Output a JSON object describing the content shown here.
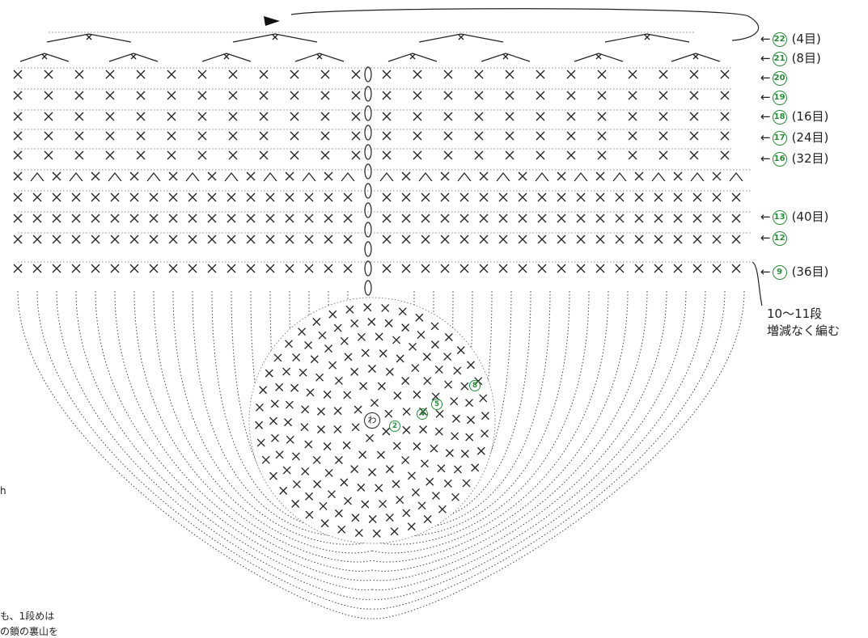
{
  "row_labels": [
    {
      "arrow": "←",
      "round": "22",
      "count": "(4目)"
    },
    {
      "arrow": "←",
      "round": "21",
      "count": "(8目)"
    },
    {
      "arrow": "←",
      "round": "20",
      "count": ""
    },
    {
      "arrow": "←",
      "round": "19",
      "count": ""
    },
    {
      "arrow": "←",
      "round": "18",
      "count": "(16目)"
    },
    {
      "arrow": "←",
      "round": "17",
      "count": "(24目)"
    },
    {
      "arrow": "←",
      "round": "16",
      "count": "(32目)"
    },
    {
      "arrow": "←",
      "round": "13",
      "count": "(40目)"
    },
    {
      "arrow": "←",
      "round": "12",
      "count": ""
    },
    {
      "arrow": "←",
      "round": "9",
      "count": "(36目)"
    }
  ],
  "note": {
    "line1": "10〜11段",
    "line2": "増減なく編む"
  },
  "center_mark": "わ",
  "base_round_numbers": [
    "2",
    "4",
    "5",
    "8"
  ],
  "side_fragments": {
    "letter": "h",
    "text1": "も、1段めは",
    "text2": "の鎖の裏山を"
  },
  "colors": {
    "stitch": "#222222",
    "accent": "#2a8a3a",
    "background": "#ffffff"
  },
  "stitch_symbols": {
    "single_crochet": "×",
    "increase_or_decrease": "∧",
    "chain": "oval"
  }
}
